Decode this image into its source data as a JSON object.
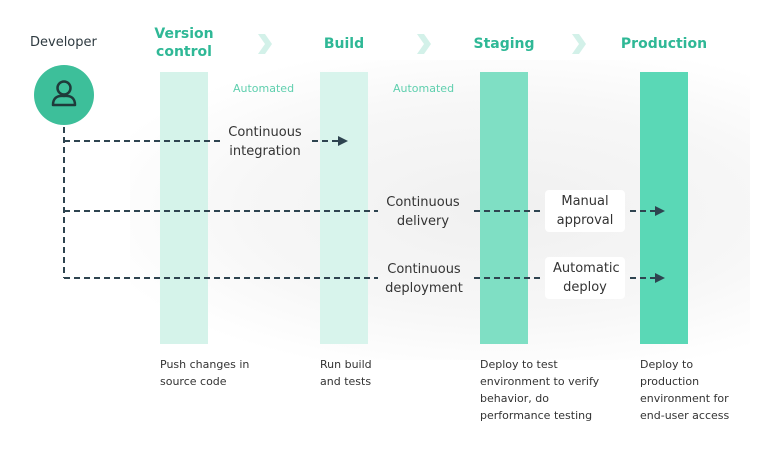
{
  "developer": {
    "label": "Developer"
  },
  "stages": [
    {
      "title": "Version control",
      "desc": "Push changes in source code"
    },
    {
      "title": "Build",
      "desc": "Run build and tests"
    },
    {
      "title": "Staging",
      "desc": "Deploy to test environment to verify behavior, do performance testing"
    },
    {
      "title": "Production",
      "desc": "Deploy to production environment for end-user access"
    }
  ],
  "automated": [
    "Automated",
    "Automated"
  ],
  "flows": [
    {
      "label": "Continuous integration"
    },
    {
      "label": "Continuous delivery",
      "gate": "Manual approval"
    },
    {
      "label": "Continuous deployment",
      "gate": "Automatic deploy"
    }
  ],
  "colors": {
    "accent": "#2fb896",
    "vc": "#d5f3ea",
    "build": "#d5f3ea",
    "staging": "#7fdfc4",
    "production": "#5ad8b6"
  }
}
